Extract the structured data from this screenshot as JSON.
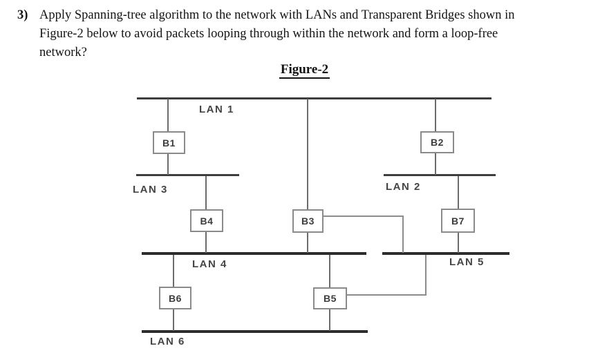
{
  "question": {
    "number": "3)",
    "lines": [
      "Apply Spanning-tree algorithm to the network with LANs and Transparent Bridges shown in",
      "Figure-2 below to avoid packets looping through within the network and form a loop-free",
      "network?"
    ]
  },
  "figure": {
    "title": "Figure-2",
    "lan_labels": {
      "lan1": "LAN 1",
      "lan2": "LAN 2",
      "lan3": "LAN 3",
      "lan4": "LAN 4",
      "lan5": "LAN 5",
      "lan6": "LAN 6"
    },
    "bridge_labels": {
      "b1": "B1",
      "b2": "B2",
      "b3": "B3",
      "b4": "B4",
      "b5": "B5",
      "b6": "B6",
      "b7": "B7"
    },
    "connections": [
      {
        "bridge": "B1",
        "lans": [
          "LAN 1",
          "LAN 3"
        ]
      },
      {
        "bridge": "B2",
        "lans": [
          "LAN 1",
          "LAN 2"
        ]
      },
      {
        "bridge": "B3",
        "lans": [
          "LAN 1",
          "LAN 4",
          "LAN 5"
        ]
      },
      {
        "bridge": "B4",
        "lans": [
          "LAN 3",
          "LAN 4"
        ]
      },
      {
        "bridge": "B5",
        "lans": [
          "LAN 4",
          "LAN 6",
          "LAN 5"
        ]
      },
      {
        "bridge": "B6",
        "lans": [
          "LAN 4",
          "LAN 6"
        ]
      },
      {
        "bridge": "B7",
        "lans": [
          "LAN 2",
          "LAN 5"
        ]
      }
    ],
    "colors": {
      "bus_line": "#3d3d3d",
      "thick_bus_line": "#2c2c2c",
      "connector": "#6b6b6b",
      "box_border": "#8a8a8a",
      "text": "#3c3c3c"
    }
  }
}
